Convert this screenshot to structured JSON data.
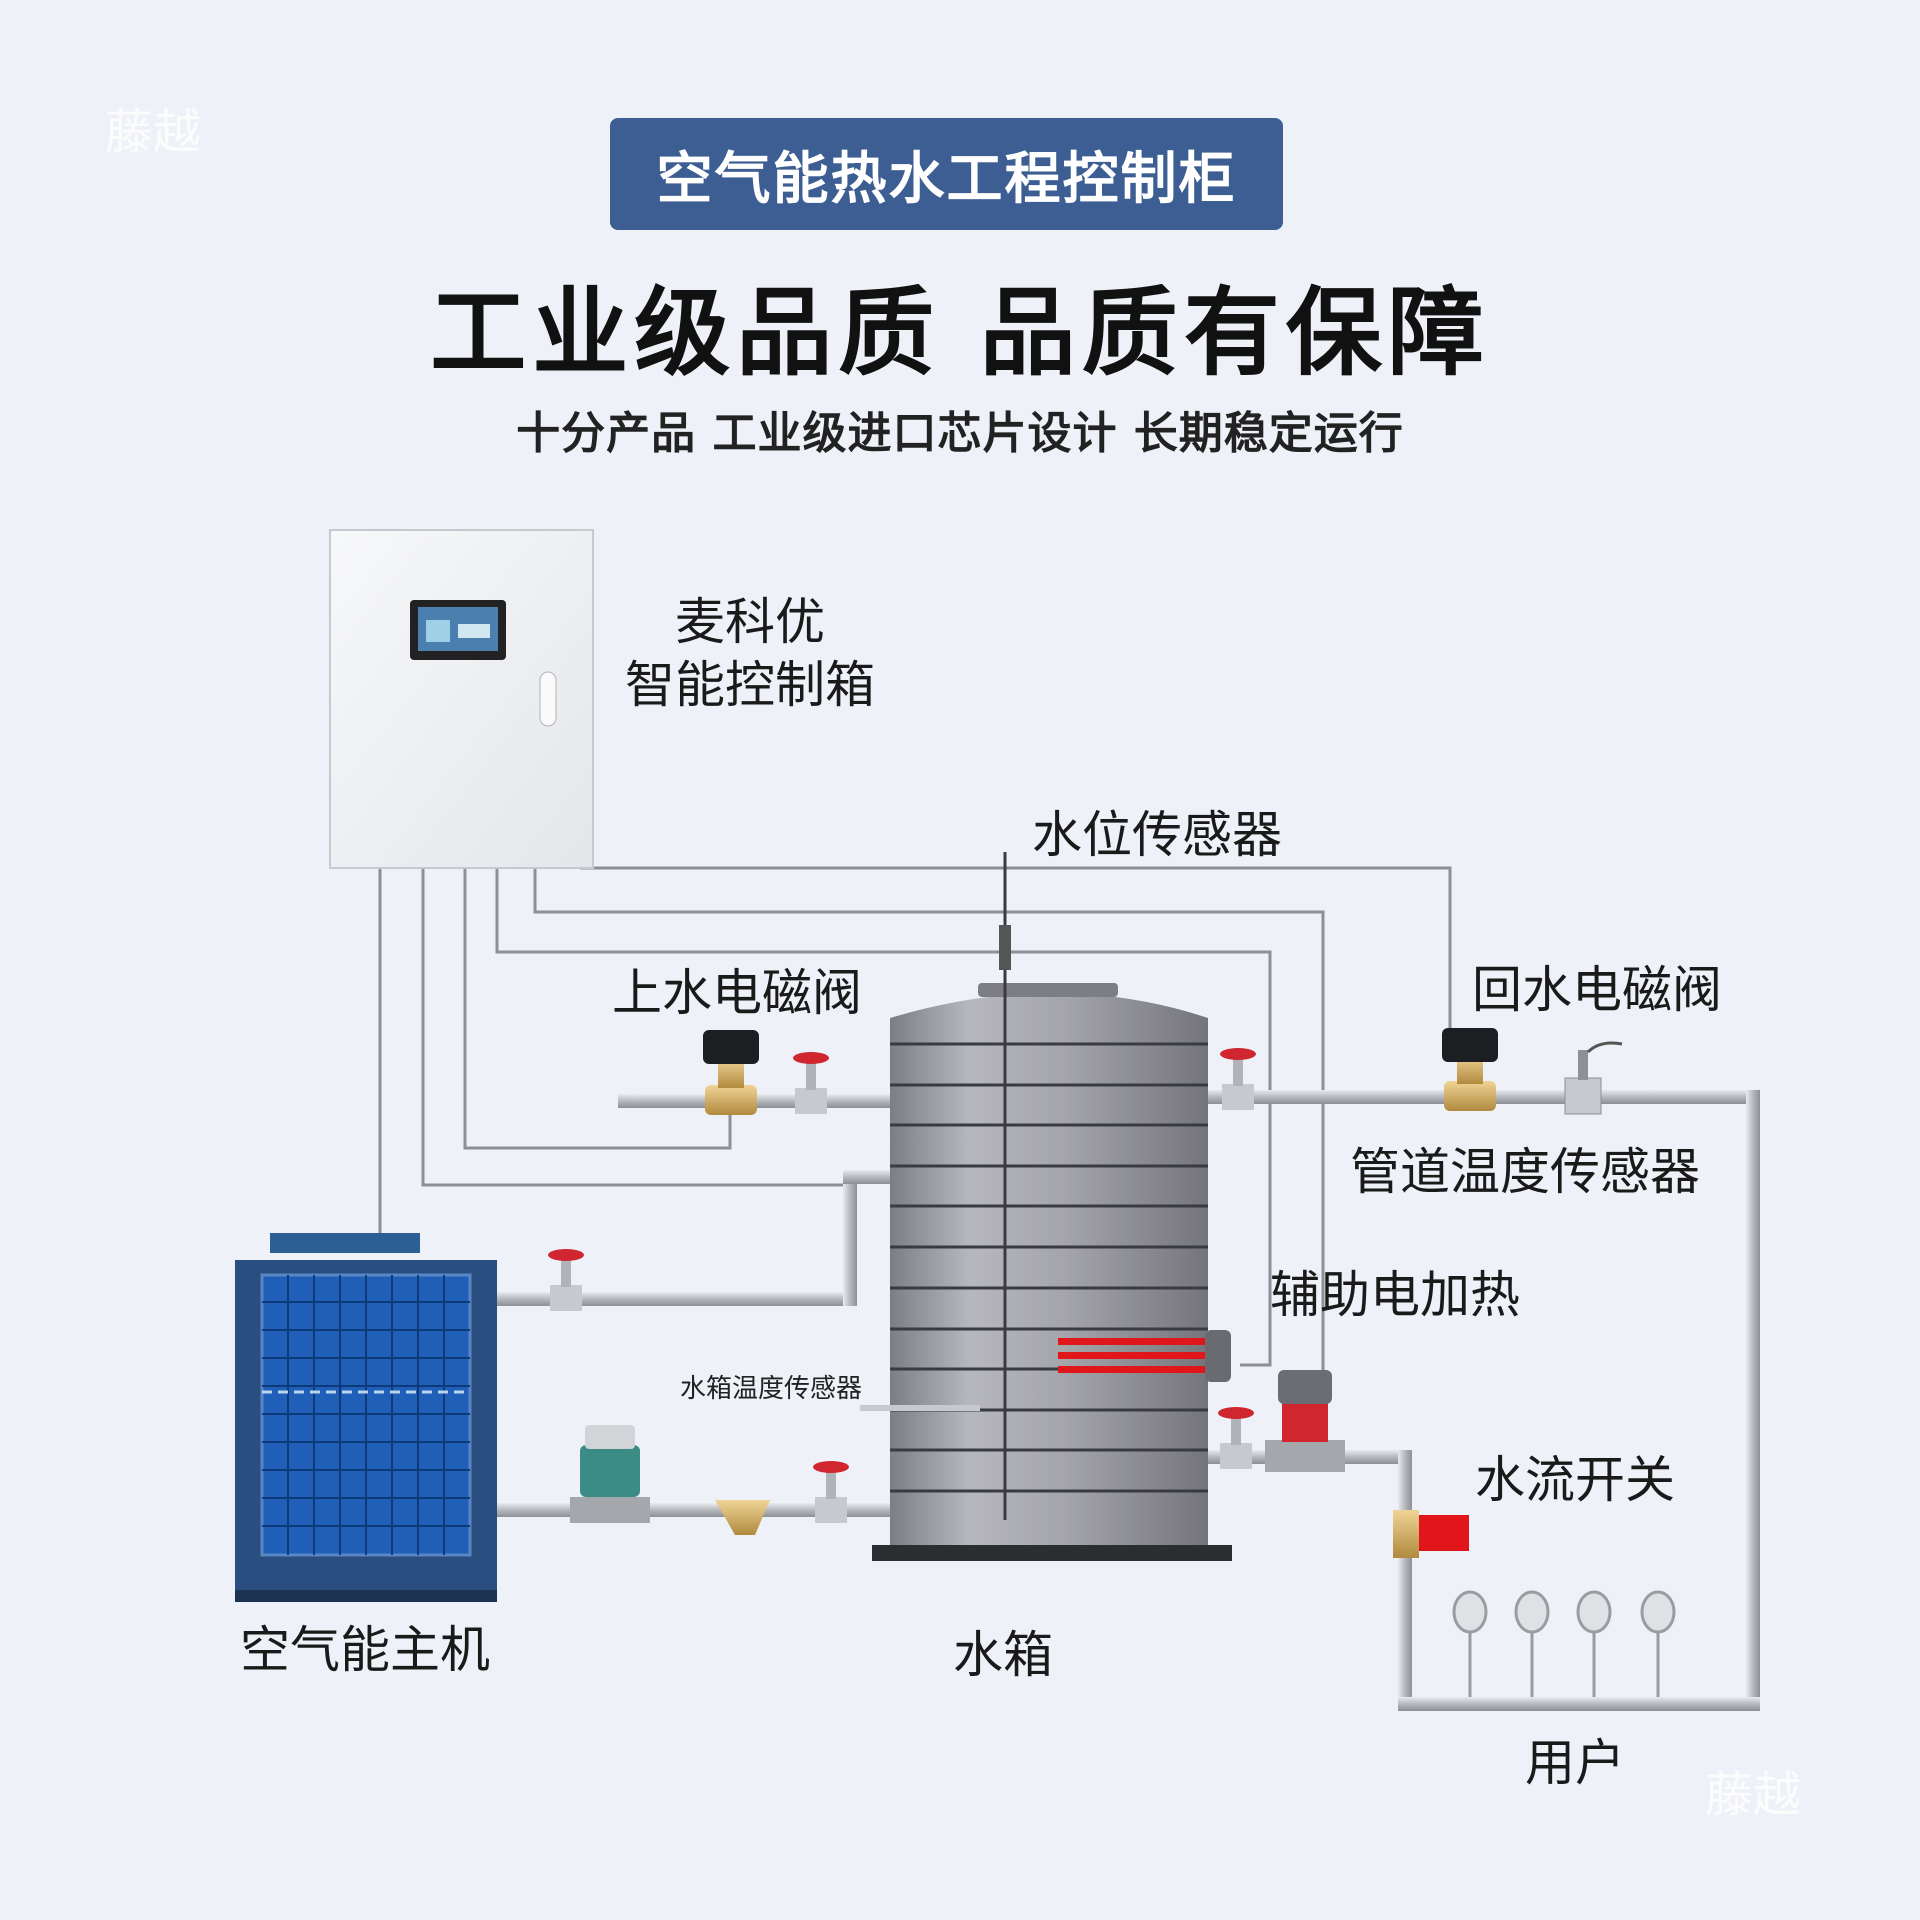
{
  "watermark": {
    "top": "藤越",
    "bottom": "藤越"
  },
  "header": {
    "banner_title": "空气能热水工程控制柜",
    "headline": "工业级品质  品质有保障",
    "subheadline": "十分产品 工业级进口芯片设计  长期稳定运行"
  },
  "components": {
    "control_box_line1": "麦科优",
    "control_box_line2": "智能控制箱",
    "water_level_sensor": "水位传感器",
    "inlet_solenoid_valve": "上水电磁阀",
    "return_solenoid_valve": "回水电磁阀",
    "pipe_temp_sensor": "管道温度传感器",
    "aux_electric_heater": "辅助电加热",
    "tank_temp_sensor": "水箱温度传感器",
    "flow_switch": "水流开关",
    "heat_pump_unit": "空气能主机",
    "water_tank": "水箱",
    "users": "用户"
  },
  "colors": {
    "banner_bg": "#3d5e93",
    "background": "#eef1f7",
    "heater_red": "#e0161b",
    "pipe_gray": "#b9bcc1",
    "wire_gray": "#8c8f94",
    "tank_gray": "#9a9ba0",
    "heatpump_blue": "#1f5fb7",
    "brass": "#c9a25a"
  }
}
